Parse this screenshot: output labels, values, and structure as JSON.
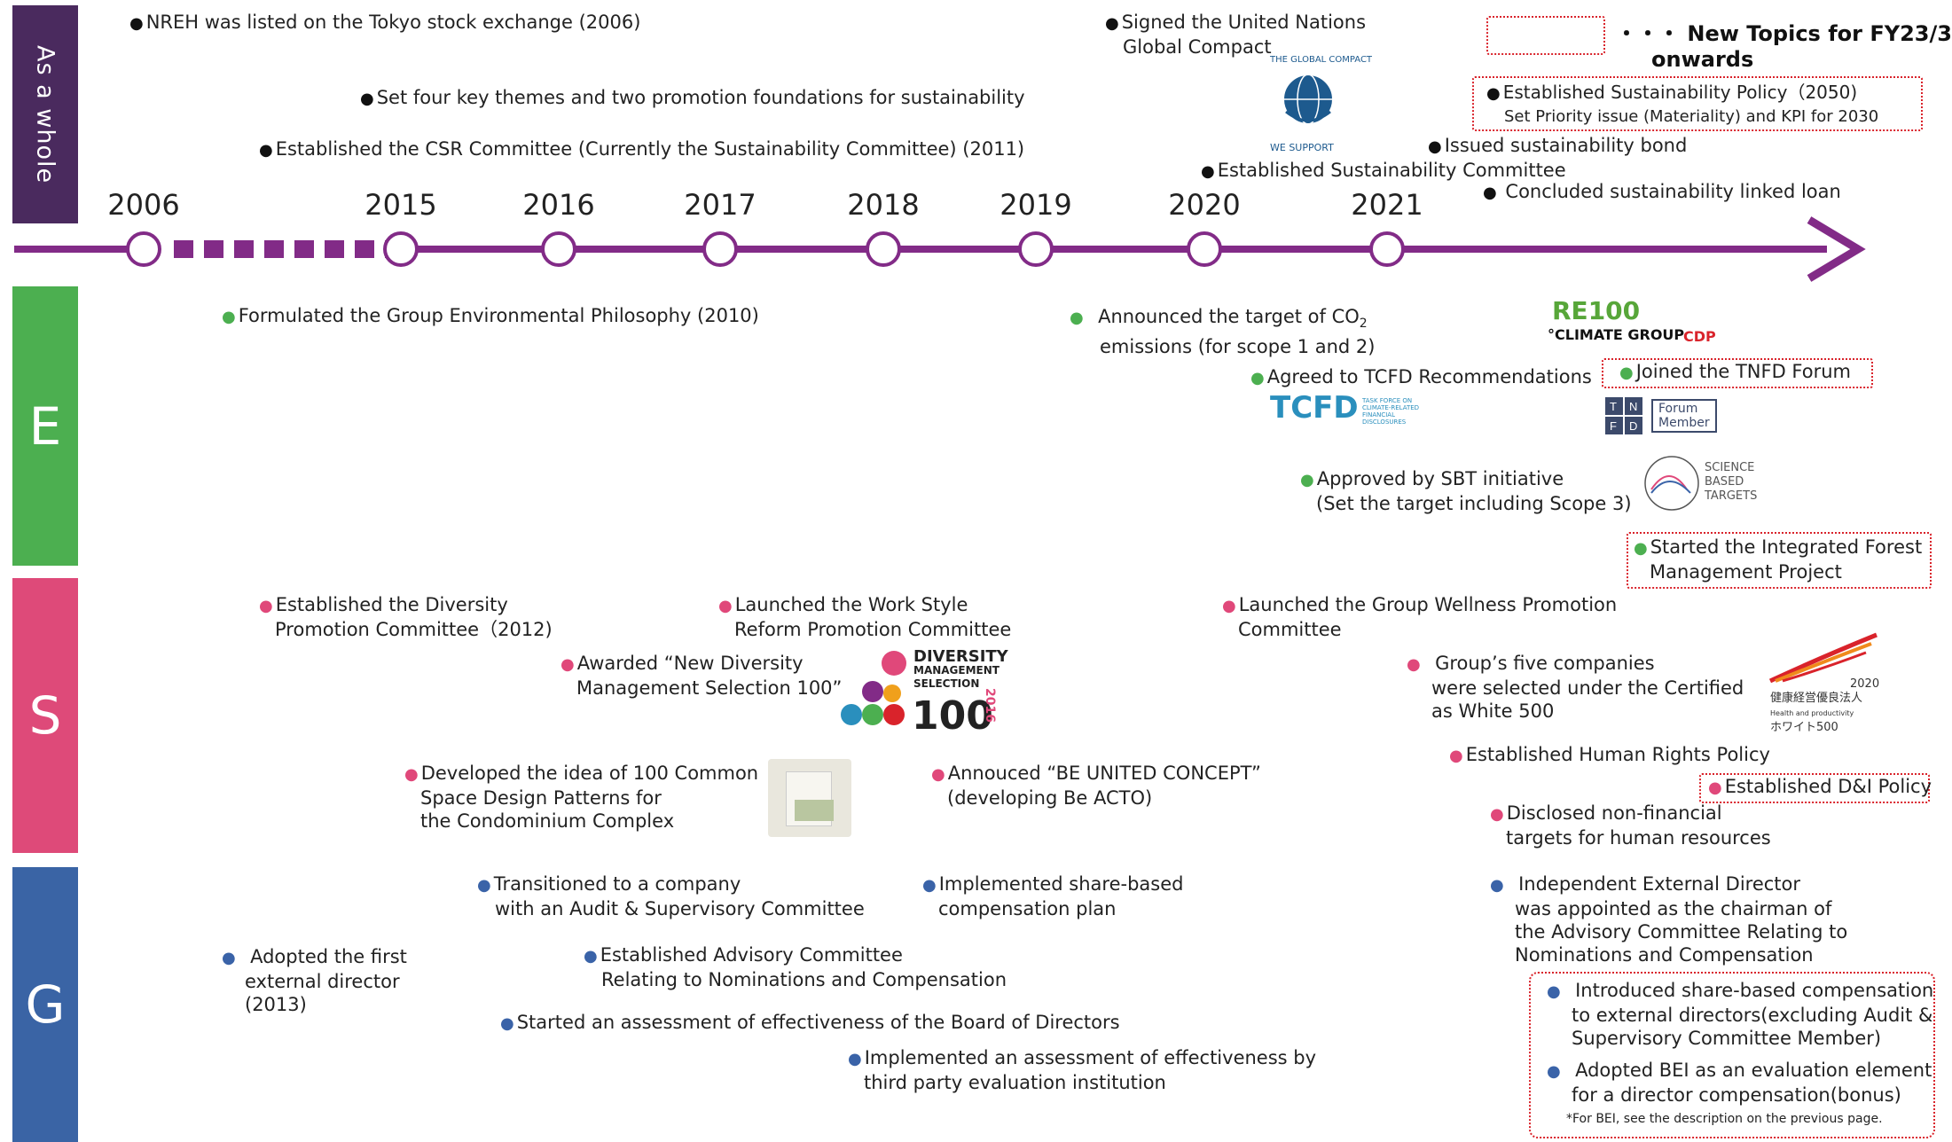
{
  "colors": {
    "timeline": "#822b87",
    "whole": "#4a2a5e",
    "e": "#4caf50",
    "s": "#de4a79",
    "g": "#3a64a5",
    "highlight": "#d9232b"
  },
  "bands": {
    "whole": "As a whole",
    "e": "E",
    "s": "S",
    "g": "G"
  },
  "years": [
    "2006",
    "2015",
    "2016",
    "2017",
    "2018",
    "2019",
    "2020",
    "2021"
  ],
  "legend": {
    "dots": "・・・",
    "label": "New Topics for  FY23/3",
    "label2": "onwards"
  },
  "whole": {
    "t1": "NREH was listed on the Tokyo stock exchange (2006)",
    "t2": "Set four key themes and two promotion foundations for sustainability",
    "t3": "Established the CSR Committee  (Currently the Sustainability Committee) (2011)",
    "t4a": "Signed the United Nations",
    "t4b": "Global Compact",
    "t5": "Established Sustainability Committee",
    "t6": "Issued sustainability bond",
    "t7": "Concluded sustainability linked loan",
    "t8a": "Established Sustainability Policy（2050)",
    "t8b": "Set Priority issue (Materiality) and KPI for 2030",
    "gc_logo": "THE GLOBAL COMPACT",
    "gc_support": "WE SUPPORT"
  },
  "e": {
    "t1": "Formulated the Group Environmental Philosophy (2010)",
    "t2a": "Announced the target of CO",
    "t2sub": "2",
    "t2b": "emissions (for scope 1 and 2)",
    "t3": "Agreed to TCFD Recommendations",
    "t4": "Joined the TNFD Forum",
    "t5a": "Approved by SBT initiative",
    "t5b": "(Set the target including Scope 3)",
    "t6a": "Started the Integrated Forest",
    "t6b": "Management Project",
    "re100": "RE100",
    "climate_group": "°CLIMATE GROUP",
    "cdp": "CDP",
    "tcfd": "TCFD",
    "tcfd_small": "TASK FORCE ON CLIMATE-RELATED FINANCIAL DISCLOSURES",
    "tnfd_forum": "Forum",
    "tnfd_member": "Member",
    "sbt": [
      "SCIENCE",
      "BASED",
      "TARGETS"
    ]
  },
  "s": {
    "t1a": "Established the Diversity",
    "t1b": "Promotion Committee（2012)",
    "t2a": "Launched the Work Style",
    "t2b": "Reform Promotion Committee",
    "t3a": "Awarded “New Diversity",
    "t3b": "Management Selection 100”",
    "t4a": "Developed the idea of 100 Common",
    "t4b": "Space Design Patterns for",
    "t4c": "the Condominium Complex",
    "t5a": "Annouced “BE UNITED CONCEPT”",
    "t5b": "(developing Be ACTO)",
    "t6a": "Launched the Group Wellness  Promotion",
    "t6b": "Committee",
    "t7a": "Group’s five companies",
    "t7b": "were selected under the Certified",
    "t7c": "as White 500",
    "t8": "Established Human Rights Policy",
    "t9": "Established D&I Policy",
    "t10a": "Disclosed non-financial",
    "t10b": "targets for human resources",
    "div_logo": [
      "DIVERSITY",
      "MANAGEMENT",
      "SELECTION",
      "100",
      "2016"
    ],
    "white500": [
      "2020",
      "健康経営優良法人",
      "Health and productivity",
      "ホワイト500"
    ]
  },
  "g": {
    "t1a": "Adopted the first",
    "t1b": "external director",
    "t1c": "(2013)",
    "t2a": "Transitioned to a company",
    "t2b": "with an Audit & Supervisory Committee",
    "t3a": "Established Advisory Committee",
    "t3b": "Relating to Nominations and Compensation",
    "t4": "Started an assessment of effectiveness of the Board of Directors",
    "t5a": "Implemented share-based",
    "t5b": "compensation plan",
    "t6a": "Implemented an assessment of effectiveness by",
    "t6b": "third party evaluation institution",
    "t7a": "Independent External Director",
    "t7b": "was appointed as the chairman of",
    "t7c": "the Advisory Committee Relating to",
    "t7d": "Nominations and Compensation",
    "t8a": "Introduced share-based compensation",
    "t8b": "to external directors(excluding Audit &",
    "t8c": "Supervisory Committee Member)",
    "t9a": "Adopted BEI as an evaluation element",
    "t9b": "for a director compensation(bonus)",
    "note": "*For BEI, see the description  on the previous page."
  },
  "bullets": {
    "dot": "●"
  }
}
